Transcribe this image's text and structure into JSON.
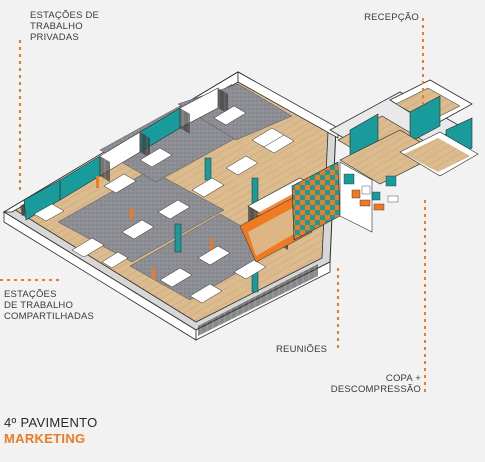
{
  "labels": {
    "private_workstations": [
      "ESTAÇÕES DE",
      "TRABALHO",
      "PRIVADAS"
    ],
    "reception": [
      "RECEPÇÃO"
    ],
    "shared_workstations": [
      "ESTAÇÕES",
      "DE TRABALHO",
      "COMPARTILHADAS"
    ],
    "meetings": [
      "REUNIÕES"
    ],
    "pantry": [
      "COPA +",
      "DESCOMPRESSÃO"
    ]
  },
  "footer": {
    "floor": "4º PAVIMENTO",
    "department": "MARKETING"
  },
  "colors": {
    "accent": "#f07a22",
    "teal": "#1a9b9b",
    "wood": "#d9b98c",
    "carpet": "#8e9096",
    "wall": "#ffffff",
    "outline": "#2b2b2b",
    "background": "#f2f2f2"
  }
}
